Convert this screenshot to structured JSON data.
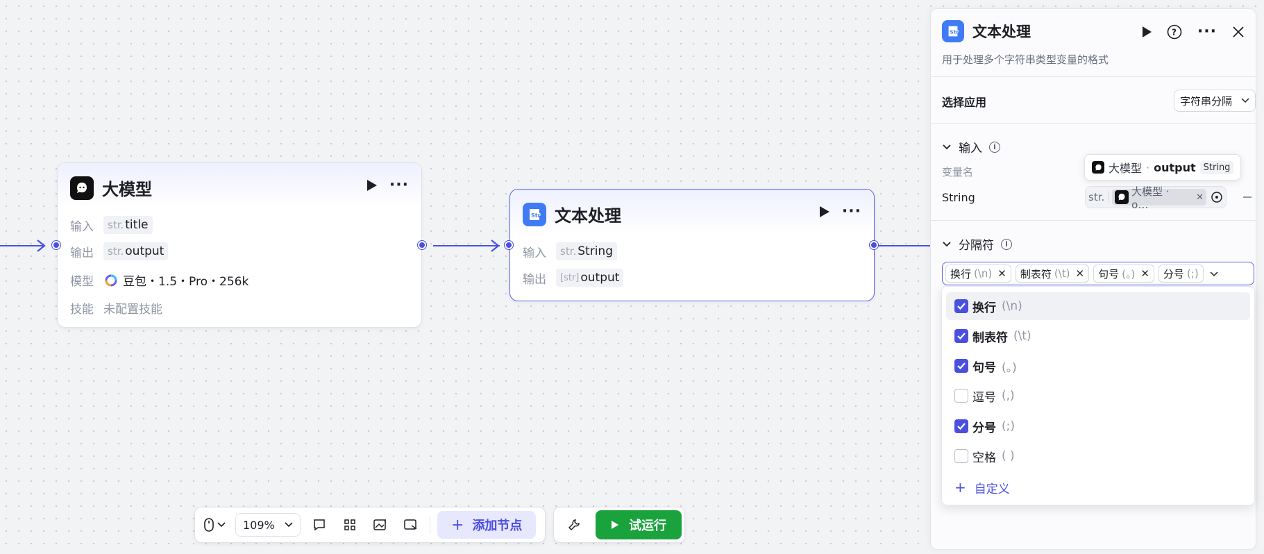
{
  "llm_node": {
    "title": "大模型",
    "input_label": "输入",
    "input_type": "str.",
    "input_value": "title",
    "output_label": "输出",
    "output_type": "str.",
    "output_value": "output",
    "model_label": "模型",
    "model_value": "豆包・1.5・Pro・256k",
    "skill_label": "技能",
    "skill_value": "未配置技能"
  },
  "text_node": {
    "title": "文本处理",
    "input_label": "输入",
    "input_type": "str.",
    "input_value": "String",
    "output_label": "输出",
    "output_type": "[str]",
    "output_value": "output"
  },
  "toolbar": {
    "zoom": "109%",
    "add_node": "添加节点",
    "run": "试运行"
  },
  "panel": {
    "title": "文本处理",
    "description": "用于处理多个字符串类型变量的格式",
    "app_label": "选择应用",
    "app_value": "字符串分隔",
    "input_section": "输入",
    "var_name_label": "变量名",
    "var_name": "String",
    "var_ref_prefix": "str.",
    "var_ref_text": "大模型 · o…",
    "tooltip": {
      "source": "大模型",
      "sep": "·",
      "field": "output",
      "type": "String"
    },
    "sep_section": "分隔符",
    "selected_tags": [
      {
        "name": "换行",
        "sym": "(\\n)"
      },
      {
        "name": "制表符",
        "sym": "(\\t)"
      },
      {
        "name": "句号",
        "sym": "(。)"
      },
      {
        "name": "分号",
        "sym": "(;)"
      }
    ],
    "options": [
      {
        "name": "换行",
        "sym": "(\\n)",
        "checked": true
      },
      {
        "name": "制表符",
        "sym": "(\\t)",
        "checked": true
      },
      {
        "name": "句号",
        "sym": "(。)",
        "checked": true
      },
      {
        "name": "逗号",
        "sym": "(,)",
        "checked": false
      },
      {
        "name": "分号",
        "sym": "(;)",
        "checked": true
      },
      {
        "name": "空格",
        "sym": "( )",
        "checked": false
      }
    ],
    "custom": "自定义"
  },
  "colors": {
    "accent": "#4a4fe0",
    "run_green": "#1aa33c",
    "node_blue": "#3f7bf5"
  }
}
